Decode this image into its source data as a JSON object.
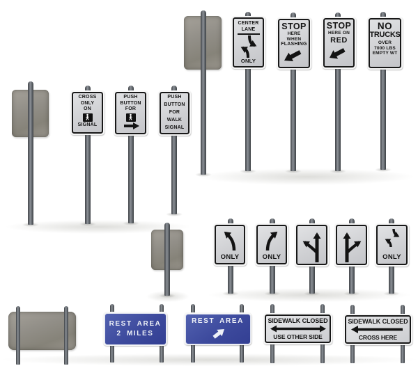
{
  "colors": {
    "background": "#ffffff",
    "sign_face": "#d2d3d6",
    "sign_border": "#181818",
    "sign_rim": "#f7f7f7",
    "blank_back_metal": "#908d86",
    "pole_metal": "#8d9298",
    "guide_blue": "#3f4c9f",
    "text_black": "#141414",
    "text_white": "#eef1f7"
  },
  "icons": {
    "two_way_turn": "two-way-left-turn-arrows",
    "down_left": "down-left-arrow",
    "pedestrian": "pedestrian-walking-symbol",
    "right": "right-arrow",
    "curve_left": "curved-left-arrow",
    "curve_right": "curved-right-arrow",
    "straight_or_left": "straight-or-left-arrows",
    "straight_or_right": "straight-or-right-arrows",
    "up_right": "up-right-arrow",
    "double_horizontal": "double-headed-arrow",
    "left": "left-arrow"
  },
  "signs": {
    "center_lane": {
      "line1": "CENTER",
      "line2": "LANE",
      "only": "ONLY"
    },
    "stop_flashing": {
      "line1": "STOP",
      "line2": "HERE",
      "line3": "WHEN",
      "line4": "FLASHING"
    },
    "stop_red": {
      "line1": "STOP",
      "line2": "HERE ON",
      "line3": "RED"
    },
    "no_trucks": {
      "line1": "NO",
      "line2": "TRUCKS",
      "line3": "OVER",
      "line4": "7000 LBS",
      "line5": "EMPTY WT"
    },
    "cross_signal": {
      "line1": "CROSS",
      "line2": "ONLY",
      "line3": "ON",
      "line4": "SIGNAL"
    },
    "push_button": {
      "line1": "PUSH",
      "line2": "BUTTON",
      "line3": "FOR"
    },
    "push_walk": {
      "line1": "PUSH",
      "line2": "BUTTON",
      "line3": "FOR",
      "line4": "WALK",
      "line5": "SIGNAL"
    },
    "lane_left": {
      "only": "ONLY"
    },
    "lane_right": {
      "only": "ONLY"
    },
    "lane_two_way": {
      "only": "ONLY"
    },
    "rest_2miles": {
      "line1": "REST AREA",
      "line2": "2 MILES"
    },
    "rest_arrow": {
      "line1": "REST AREA"
    },
    "sidewalk_other": {
      "line1": "SIDEWALK CLOSED",
      "line2": "USE OTHER SIDE"
    },
    "sidewalk_cross": {
      "line1": "SIDEWALK CLOSED",
      "line2": "CROSS HERE"
    }
  }
}
